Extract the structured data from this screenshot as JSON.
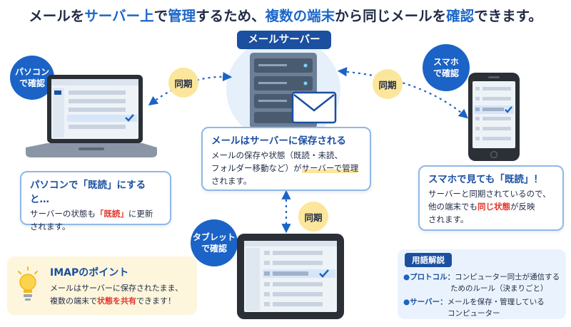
{
  "headline": {
    "p1": "メールを",
    "p2": "サーバー上",
    "p3": "で",
    "p4": "管理",
    "p5": "するため、",
    "p6": "複数の端末",
    "p7": "から同じメールを",
    "p8": "確認",
    "p9": "できます。"
  },
  "server_label": "メールサーバー",
  "sync_label": "同期",
  "devices": {
    "pc": {
      "line1": "パソコン",
      "line2": "で確認"
    },
    "phone": {
      "line1": "スマホ",
      "line2": "で確認"
    },
    "tablet": {
      "line1": "タブレット",
      "line2": "で確認"
    }
  },
  "server_card": {
    "title": "メールはサーバーに保存される",
    "l1": "メールの保存や状態（既読・未読、",
    "l2a": "フォルダー移動など）が",
    "l2b": "サーバーで管理",
    "l3": "されます。"
  },
  "pc_card": {
    "title": "パソコンで「既読」にすると…",
    "l1a": "サーバーの状態も",
    "l1b": "「既読」",
    "l1c": "に更新",
    "l2": "されます。"
  },
  "phone_card": {
    "title": "スマホで見ても「既読」！",
    "l1": "サーバーと同期されているので、",
    "l2a": "他の端末でも",
    "l2b": "同じ状態",
    "l2c": "が反映",
    "l3": "されます。"
  },
  "tip": {
    "title": "IMAPのポイント",
    "l1": "メールはサーバーに保存されたまま、",
    "l2a": "複数の端末で",
    "l2b": "状態を共有",
    "l2c": "できます！"
  },
  "glossary": {
    "title": "用語解説",
    "term1": "プロトコル：",
    "def1a": "コンピューター同士が通信する",
    "def1b": "ためのルール（決まりごと）",
    "term2": "サーバー：",
    "def2a": "メールを保存・管理している",
    "def2b": "コンピューター"
  },
  "colors": {
    "primary": "#1b4fa0",
    "accent": "#1b63c6",
    "highlight_red": "#e0382e",
    "sync_yellow": "#fbe69b"
  }
}
